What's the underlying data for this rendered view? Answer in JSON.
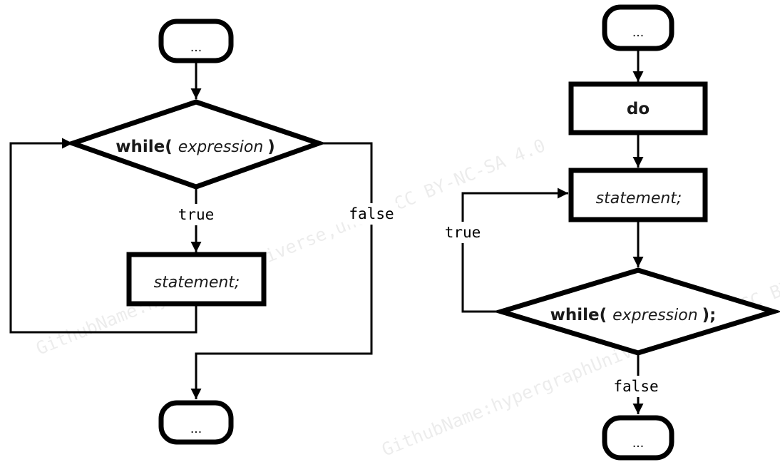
{
  "watermarks": {
    "w1": "GithubName:hypergraphUniverse,under CC BY-NC-SA 4.0",
    "w2": "GithubName:hypergraphUniverse,under CC BY-NC-SA 4.0"
  },
  "while_loop": {
    "start_label": "...",
    "cond_keyword": "while(",
    "cond_expression": "expression",
    "cond_close": ")",
    "body": "statement;",
    "true_label": "true",
    "false_label": "false",
    "end_label": "..."
  },
  "do_while_loop": {
    "start_label": "...",
    "do_label": "do",
    "body": "statement;",
    "cond_keyword": "while(",
    "cond_expression": "expression",
    "cond_close": ");",
    "true_label": "true",
    "false_label": "false",
    "end_label": "..."
  },
  "colors": {
    "stroke": "#000000",
    "fill": "#ffffff",
    "text": "#1a1a1a"
  }
}
